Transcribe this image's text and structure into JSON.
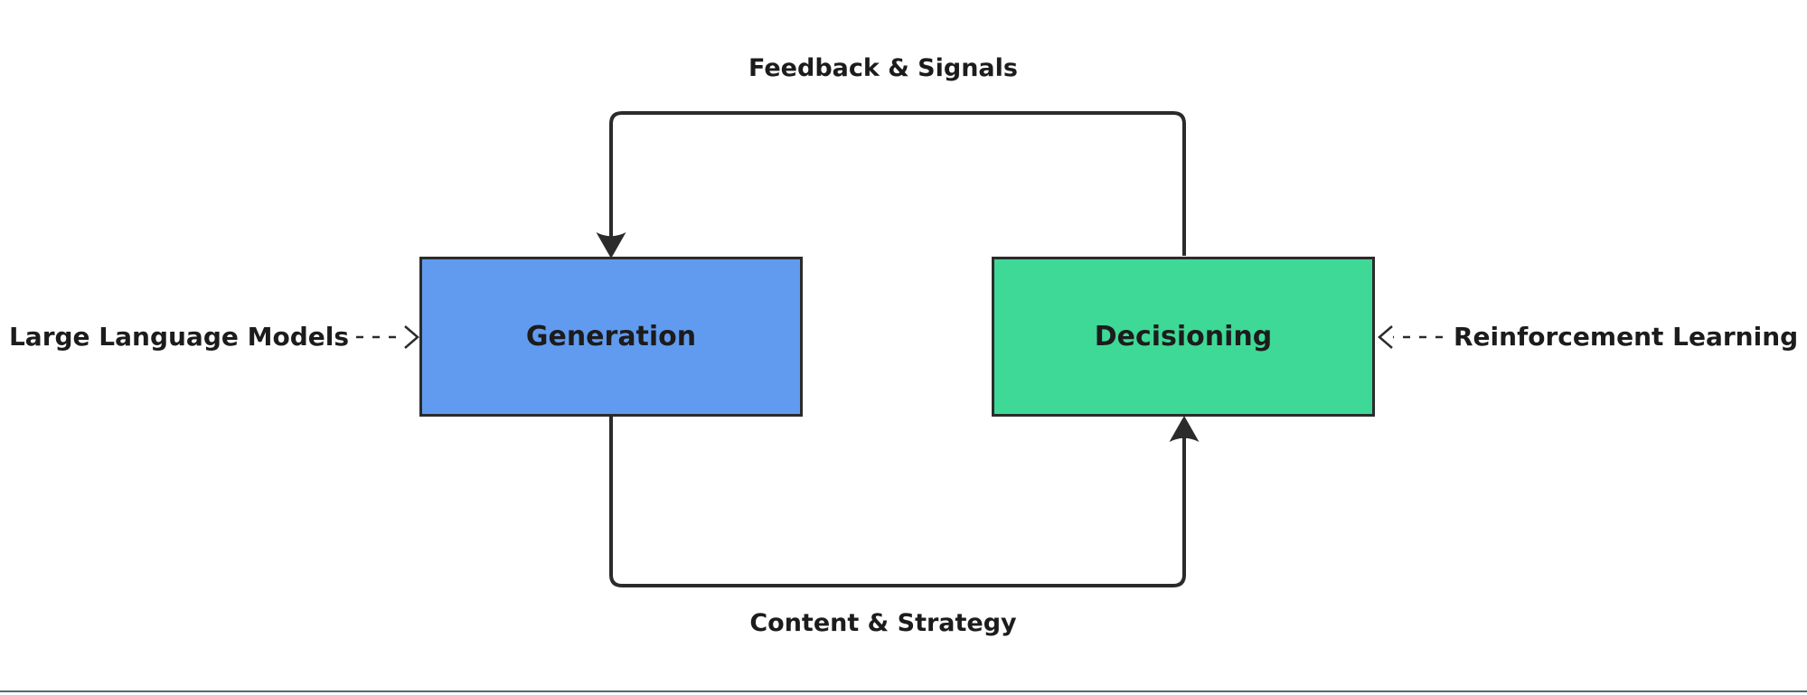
{
  "diagram": {
    "nodes": {
      "generation": {
        "label": "Generation",
        "fill": "#619bf0",
        "border": "#2b2b2b"
      },
      "decisioning": {
        "label": "Decisioning",
        "fill": "#3ed996",
        "border": "#2b2b2b"
      }
    },
    "edges": {
      "feedback": {
        "label": "Feedback & Signals",
        "from": "decisioning",
        "to": "generation",
        "style": "solid-arrow"
      },
      "content": {
        "label": "Content & Strategy",
        "from": "generation",
        "to": "decisioning",
        "style": "solid-arrow"
      },
      "llm": {
        "label": "Large Language Models",
        "to": "generation",
        "style": "dashed-arrow"
      },
      "rl": {
        "label": "Reinforcement Learning",
        "to": "decisioning",
        "style": "dashed-arrow"
      }
    },
    "colors": {
      "line": "#2b2b2b",
      "text": "#1c1c1c",
      "footer_rule": "#4d6e73",
      "background": "#ffffff"
    }
  }
}
